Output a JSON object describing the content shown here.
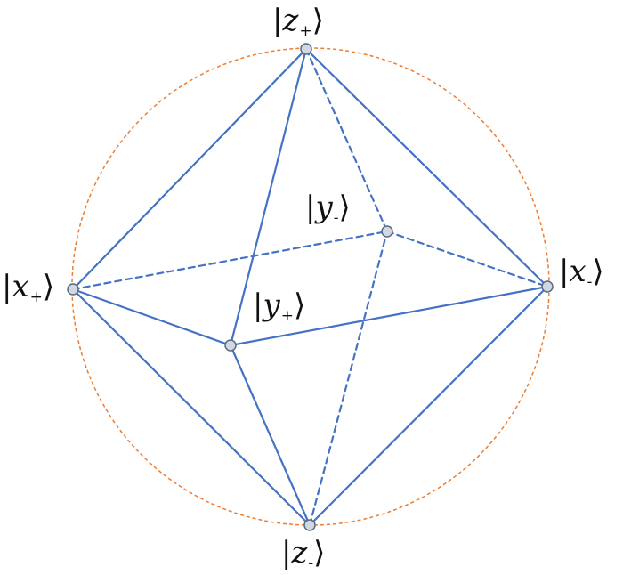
{
  "diagram": {
    "colors": {
      "edge": "#4472c4",
      "sphere": "#ed7d31",
      "vertex_fill": "#cfd8e3",
      "vertex_stroke": "#5a6a80",
      "label": "#111111"
    },
    "states": {
      "z_plus": {
        "ket_open": "|",
        "symbol": "z",
        "sign": "+",
        "ket_close": "⟩"
      },
      "z_minus": {
        "ket_open": "|",
        "symbol": "z",
        "sign": "-",
        "ket_close": "⟩"
      },
      "x_plus": {
        "ket_open": "|",
        "symbol": "x",
        "sign": "+",
        "ket_close": "⟩"
      },
      "x_minus": {
        "ket_open": "|",
        "symbol": "x",
        "sign": "-",
        "ket_close": "⟩"
      },
      "y_plus": {
        "ket_open": "|",
        "symbol": "y",
        "sign": "+",
        "ket_close": "⟩"
      },
      "y_minus": {
        "ket_open": "|",
        "symbol": "y",
        "sign": "-",
        "ket_close": "⟩"
      }
    },
    "edges_solid": [
      [
        "z_plus",
        "x_plus"
      ],
      [
        "z_plus",
        "x_minus"
      ],
      [
        "z_plus",
        "y_plus"
      ],
      [
        "z_minus",
        "x_plus"
      ],
      [
        "z_minus",
        "x_minus"
      ],
      [
        "z_minus",
        "y_plus"
      ],
      [
        "x_plus",
        "y_plus"
      ],
      [
        "y_plus",
        "x_minus"
      ]
    ],
    "edges_dashed": [
      [
        "z_plus",
        "y_minus"
      ],
      [
        "z_minus",
        "y_minus"
      ],
      [
        "x_plus",
        "y_minus"
      ],
      [
        "y_minus",
        "x_minus"
      ]
    ]
  }
}
